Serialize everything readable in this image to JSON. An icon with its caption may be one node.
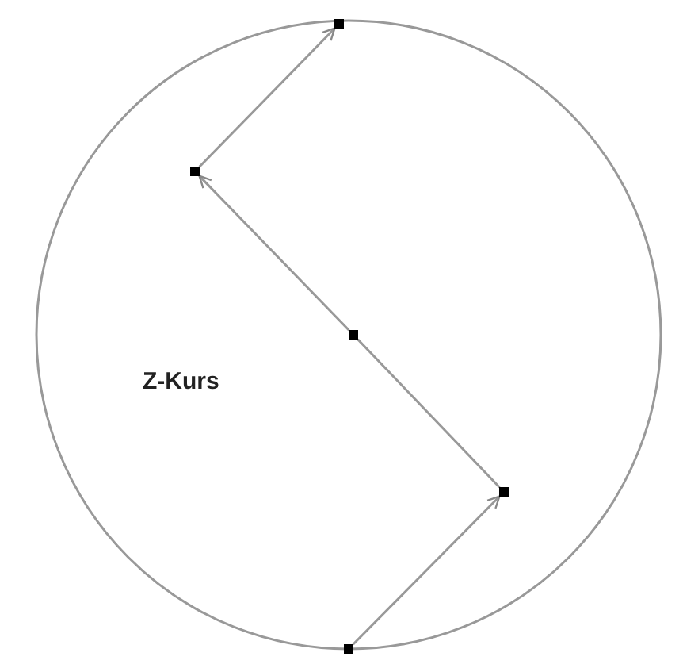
{
  "diagram": {
    "nodes": [
      {
        "text": [
          "Z-Kurs"
        ]
      },
      {
        "text": [],
        "shape": "dot",
        "in": 0
      },
      {
        "text": [],
        "shape": "dot",
        "in": 0
      },
      {
        "text": [],
        "shape": "dot",
        "in": 0
      },
      {
        "text": [],
        "shape": "dot",
        "in": 0
      },
      {
        "text": [],
        "shape": "dot",
        "in": 0
      }
    ],
    "edges": [
      {
        "from": 1,
        "to": 2,
        "arrow": "to"
      },
      {
        "from": 2,
        "to": 3,
        "arrow": "none"
      },
      {
        "from": 3,
        "to": 4,
        "arrow": "to"
      },
      {
        "from": 4,
        "to": 5,
        "arrow": "to"
      }
    ]
  }
}
